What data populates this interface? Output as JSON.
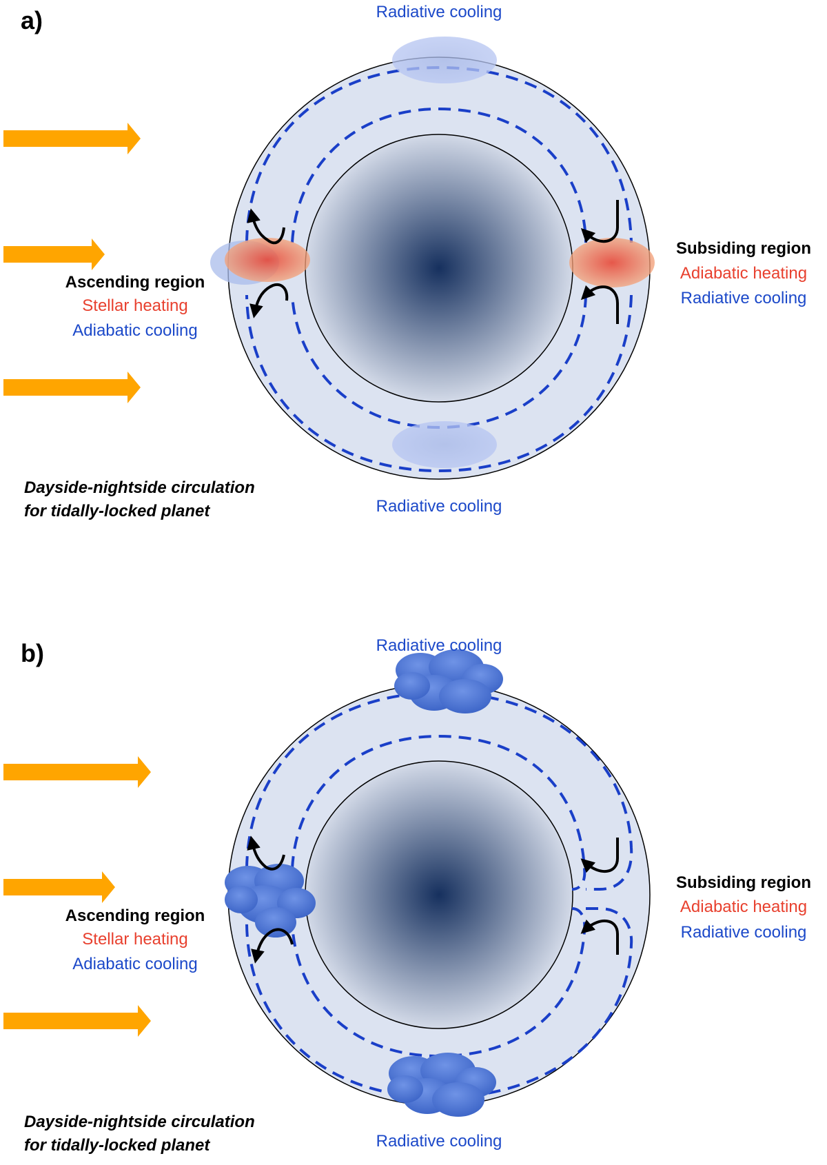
{
  "colors": {
    "arrow": "#FFA500",
    "dash": "#1A3FC8",
    "atmosphere": "#DCE3F1",
    "core_center": "#16305E",
    "core_edge": "#D3DAE8",
    "heat_red": "#E8402E",
    "cool_blue": "#1C49C9",
    "text_black": "#000000"
  },
  "panels": [
    {
      "panel_label": "a)",
      "cooling_region_type": "glow",
      "top_label": "Radiative cooling",
      "bottom_label": "Radiative cooling",
      "left": {
        "title": "Ascending region",
        "heating": "Stellar heating",
        "cooling": "Adiabatic cooling"
      },
      "right": {
        "title": "Subsiding region",
        "heating": "Adiabatic heating",
        "cooling": "Radiative cooling"
      },
      "caption_line1": "Dayside-nightside circulation",
      "caption_line2": "for tidally-locked planet"
    },
    {
      "panel_label": "b)",
      "cooling_region_type": "cloud",
      "top_label": "Radiative cooling",
      "bottom_label": "Radiative cooling",
      "left": {
        "title": "Ascending region",
        "heating": "Stellar heating",
        "cooling": "Adiabatic cooling"
      },
      "right": {
        "title": "Subsiding region",
        "heating": "Adiabatic heating",
        "cooling": "Radiative cooling"
      },
      "caption_line1": "Dayside-nightside circulation",
      "caption_line2": "for tidally-locked planet"
    }
  ]
}
